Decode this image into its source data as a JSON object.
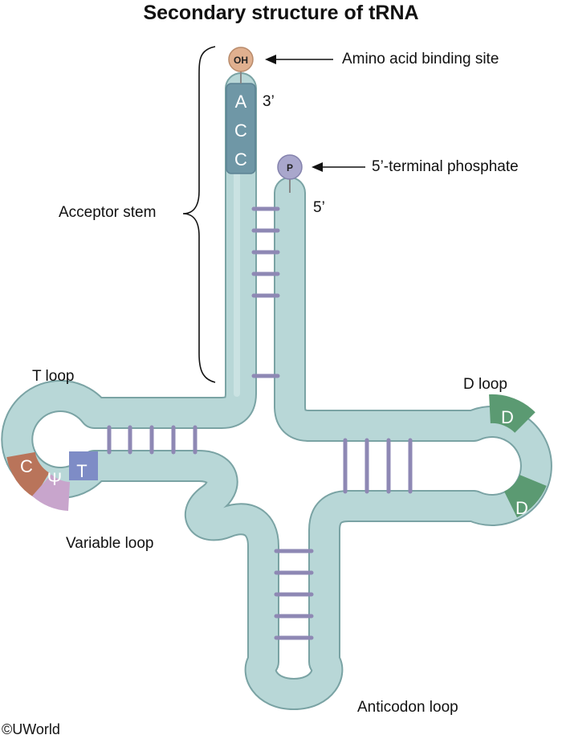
{
  "title": "Secondary structure of tRNA",
  "labels": {
    "amino_site": "Amino acid binding site",
    "phosphate": "5’-terminal phosphate",
    "acceptor": "Acceptor stem",
    "t_loop": "T loop",
    "d_loop": "D loop",
    "variable": "Variable loop",
    "anticodon": "Anticodon loop",
    "three_prime": "3’",
    "five_prime": "5’",
    "credit": "©UWorld"
  },
  "caps": {
    "oh": "OH",
    "p": "P"
  },
  "nucleotides": {
    "acc": [
      "A",
      "C",
      "C"
    ],
    "t_loop": [
      "C",
      "Ψ",
      "T"
    ],
    "d_loop": [
      "D",
      "D"
    ]
  },
  "colors": {
    "strand": "#b8d7d7",
    "strand_edge": "#7aa3a4",
    "acc_segment": "#6f97a6",
    "rung": "#8e88b4",
    "oh_cap": "#e0b08f",
    "p_cap": "#a9a7cc",
    "c_segment": "#b9745a",
    "psi_segment": "#c8a5cc",
    "t_segment": "#7e8cc6",
    "d_segment": "#5b9a72"
  }
}
